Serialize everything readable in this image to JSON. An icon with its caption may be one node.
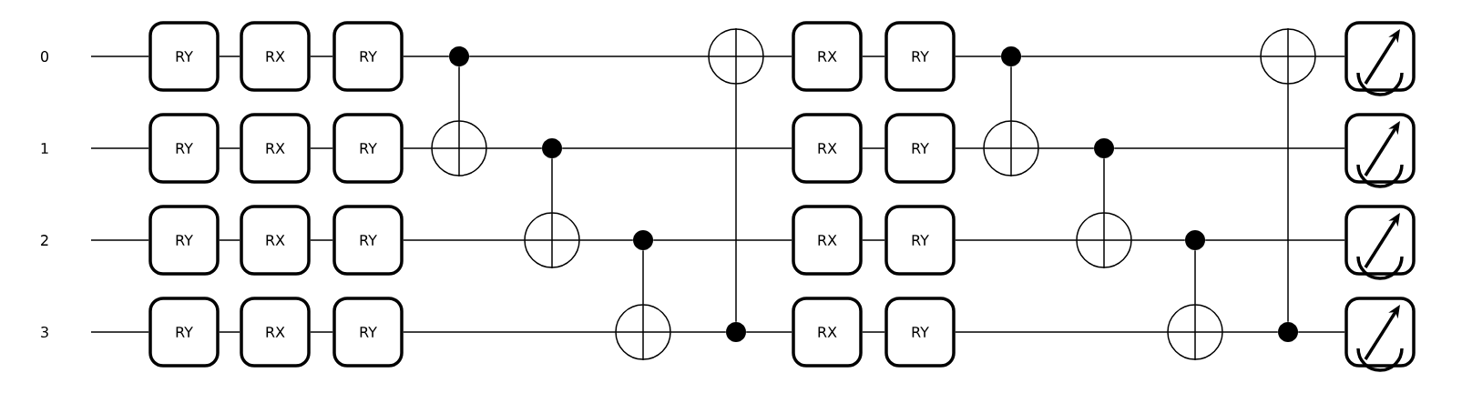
{
  "diagram": {
    "nodes": [
      {
        "text": [
          "RY"
        ]
      },
      {
        "text": [
          "RY"
        ]
      },
      {
        "text": [
          "RY"
        ]
      },
      {
        "text": [
          "RY"
        ]
      },
      {
        "text": [
          "RX"
        ]
      },
      {
        "text": [
          "RX"
        ]
      },
      {
        "text": [
          "RX"
        ]
      },
      {
        "text": [
          "RX"
        ]
      },
      {
        "text": [
          "RY"
        ]
      },
      {
        "text": [
          "RY"
        ]
      },
      {
        "text": [
          "RY"
        ]
      },
      {
        "text": [
          "RY"
        ]
      },
      {
        "text": [],
        "shape": "dot"
      },
      {
        "text": [],
        "shape": "circle"
      },
      {
        "text": [],
        "shape": "dot"
      },
      {
        "text": [],
        "shape": "circle"
      },
      {
        "text": [],
        "shape": "dot"
      },
      {
        "text": [],
        "shape": "circle"
      },
      {
        "text": [],
        "shape": "circle"
      },
      {
        "text": [],
        "shape": "dot"
      },
      {
        "text": [
          "RX"
        ]
      },
      {
        "text": [
          "RX"
        ]
      },
      {
        "text": [
          "RX"
        ]
      },
      {
        "text": [
          "RX"
        ]
      },
      {
        "text": [
          "RY"
        ]
      },
      {
        "text": [
          "RY"
        ]
      },
      {
        "text": [
          "RY"
        ]
      },
      {
        "text": [
          "RY"
        ]
      },
      {
        "text": [],
        "shape": "dot"
      },
      {
        "text": [],
        "shape": "circle"
      },
      {
        "text": [],
        "shape": "dot"
      },
      {
        "text": [],
        "shape": "circle"
      },
      {
        "text": [],
        "shape": "dot"
      },
      {
        "text": [],
        "shape": "circle"
      },
      {
        "text": [],
        "shape": "circle"
      },
      {
        "text": [],
        "shape": "dot"
      },
      {
        "text": [],
        "shape": "picture"
      },
      {
        "text": [],
        "shape": "picture"
      },
      {
        "text": [],
        "shape": "picture"
      },
      {
        "text": [],
        "shape": "picture"
      }
    ],
    "edges": [
      {
        "from": null,
        "to": 0,
        "arrow": "none"
      },
      {
        "from": 0,
        "to": 4,
        "arrow": "none"
      },
      {
        "from": 4,
        "to": 8,
        "arrow": "none"
      },
      {
        "from": 8,
        "to": 12,
        "arrow": "none"
      },
      {
        "from": 12,
        "to": 18,
        "arrow": "none"
      },
      {
        "from": 18,
        "to": 20,
        "arrow": "none"
      },
      {
        "from": 20,
        "to": 24,
        "arrow": "none"
      },
      {
        "from": 24,
        "to": 28,
        "arrow": "none"
      },
      {
        "from": 28,
        "to": 34,
        "arrow": "none"
      },
      {
        "from": 34,
        "to": 36,
        "arrow": "none"
      },
      {
        "from": null,
        "to": 1,
        "arrow": "none"
      },
      {
        "from": 1,
        "to": 5,
        "arrow": "none"
      },
      {
        "from": 5,
        "to": 9,
        "arrow": "none"
      },
      {
        "from": 9,
        "to": 13,
        "arrow": "none"
      },
      {
        "from": 13,
        "to": 14,
        "arrow": "none"
      },
      {
        "from": 14,
        "to": 21,
        "arrow": "none"
      },
      {
        "from": 21,
        "to": 25,
        "arrow": "none"
      },
      {
        "from": 25,
        "to": 29,
        "arrow": "none"
      },
      {
        "from": 29,
        "to": 30,
        "arrow": "none"
      },
      {
        "from": 30,
        "to": 37,
        "arrow": "none"
      },
      {
        "from": null,
        "to": 2,
        "arrow": "none"
      },
      {
        "from": 2,
        "to": 6,
        "arrow": "none"
      },
      {
        "from": 6,
        "to": 10,
        "arrow": "none"
      },
      {
        "from": 10,
        "to": 15,
        "arrow": "none"
      },
      {
        "from": 15,
        "to": 16,
        "arrow": "none"
      },
      {
        "from": 16,
        "to": 22,
        "arrow": "none"
      },
      {
        "from": 22,
        "to": 26,
        "arrow": "none"
      },
      {
        "from": 26,
        "to": 31,
        "arrow": "none"
      },
      {
        "from": 31,
        "to": 32,
        "arrow": "none"
      },
      {
        "from": 32,
        "to": 38,
        "arrow": "none"
      },
      {
        "from": null,
        "to": 3,
        "arrow": "none"
      },
      {
        "from": 3,
        "to": 7,
        "arrow": "none"
      },
      {
        "from": 7,
        "to": 11,
        "arrow": "none"
      },
      {
        "from": 11,
        "to": 17,
        "arrow": "none"
      },
      {
        "from": 17,
        "to": 19,
        "arrow": "none"
      },
      {
        "from": 19,
        "to": 23,
        "arrow": "none"
      },
      {
        "from": 23,
        "to": 27,
        "arrow": "none"
      },
      {
        "from": 27,
        "to": 33,
        "arrow": "none"
      },
      {
        "from": 33,
        "to": 35,
        "arrow": "none"
      },
      {
        "from": 35,
        "to": 39,
        "arrow": "none"
      },
      {
        "from": 12,
        "to": 13,
        "arrow": "none"
      },
      {
        "from": 14,
        "to": 15,
        "arrow": "none"
      },
      {
        "from": 16,
        "to": 17,
        "arrow": "none"
      },
      {
        "from": 19,
        "to": 18,
        "arrow": "none"
      },
      {
        "from": 28,
        "to": 29,
        "arrow": "none"
      },
      {
        "from": 30,
        "to": 31,
        "arrow": "none"
      },
      {
        "from": 32,
        "to": 33,
        "arrow": "none"
      },
      {
        "from": 35,
        "to": 34,
        "arrow": "none"
      }
    ],
    "labels": [
      "0",
      "1",
      "2",
      "3"
    ]
  }
}
